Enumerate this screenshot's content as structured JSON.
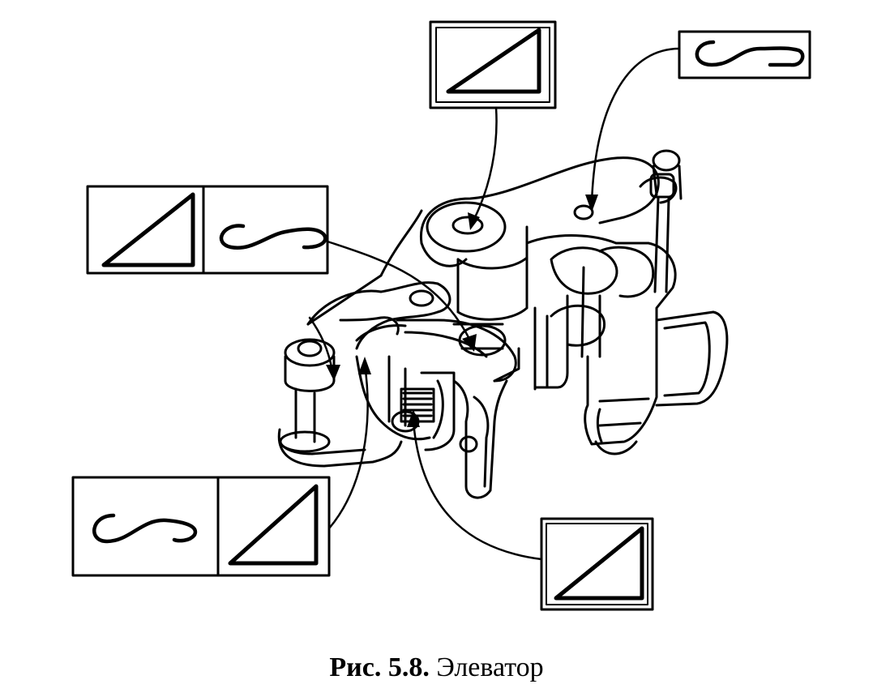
{
  "caption": {
    "label": "Рис. 5.8.",
    "text": "Элеватор"
  },
  "colors": {
    "ink": "#000000",
    "background": "#ffffff"
  },
  "legend_boxes": [
    {
      "id": "box-top-center",
      "symbols": [
        "triangle-icon"
      ]
    },
    {
      "id": "box-top-right",
      "symbols": [
        "s-curve-icon"
      ]
    },
    {
      "id": "box-left-upper",
      "symbols": [
        "triangle-icon",
        "s-curve-icon"
      ]
    },
    {
      "id": "box-left-lower",
      "symbols": [
        "s-curve-icon",
        "triangle-icon"
      ]
    },
    {
      "id": "box-bottom-right",
      "symbols": [
        "triangle-icon"
      ]
    }
  ]
}
